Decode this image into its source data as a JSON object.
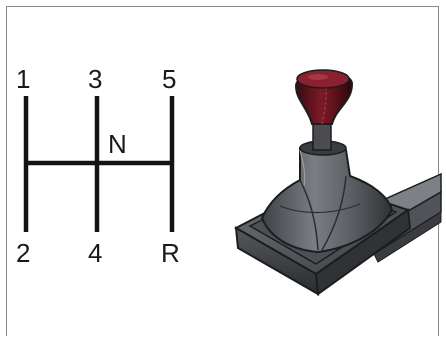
{
  "shift_pattern": {
    "gears": {
      "g1": "1",
      "g2": "2",
      "g3": "3",
      "g4": "4",
      "g5": "5",
      "reverse": "R",
      "neutral": "N"
    }
  },
  "colors": {
    "line": "#141414",
    "knob": "#6b1520",
    "boot": "#5a5d62",
    "base": "#4a4c50"
  },
  "illustration": {
    "subject": "gear-shift-lever"
  }
}
